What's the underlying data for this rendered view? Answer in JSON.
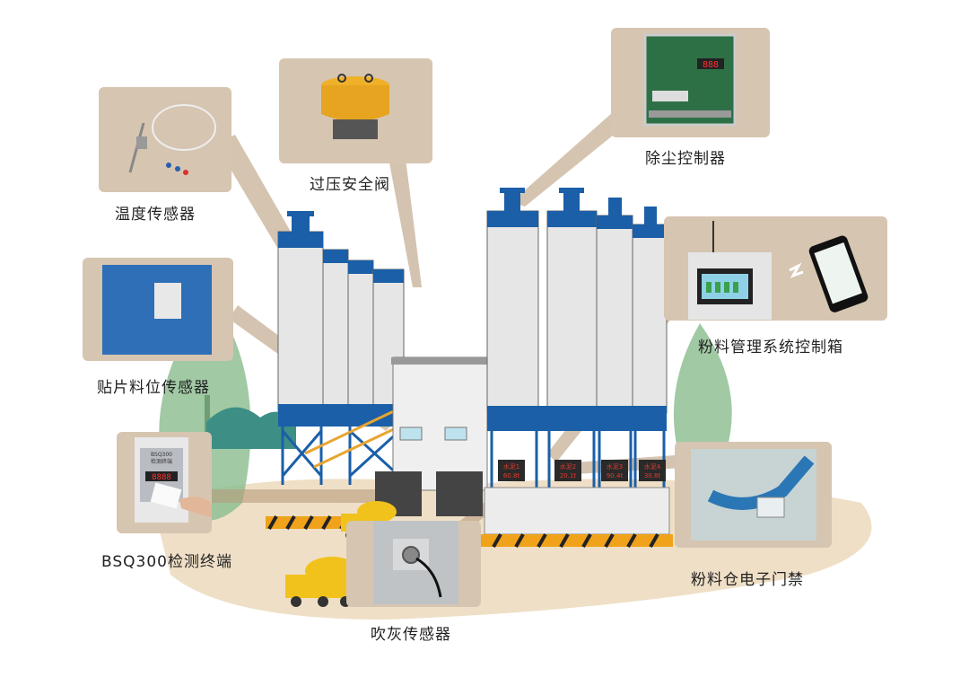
{
  "callouts": [
    {
      "id": "temperature",
      "label": "温度传感器"
    },
    {
      "id": "pressure-valve",
      "label": "过压安全阀"
    },
    {
      "id": "dust-controller",
      "label": "除尘控制器"
    },
    {
      "id": "level-sensor",
      "label": "贴片料位传感器"
    },
    {
      "id": "control-box",
      "label": "粉料管理系统控制箱"
    },
    {
      "id": "terminal",
      "label": "BSQ300检测终端"
    },
    {
      "id": "access-control",
      "label": "粉料仓电子门禁"
    },
    {
      "id": "blow-sensor",
      "label": "吹灰传感器"
    }
  ],
  "silo_displays": [
    {
      "name": "水泥1",
      "value": "60.8t"
    },
    {
      "name": "水泥2",
      "value": "20.1t"
    },
    {
      "name": "水泥3",
      "value": "90.4t"
    },
    {
      "name": "水泥4",
      "value": "30.8t"
    }
  ],
  "terminal_screen": {
    "model": "BSQ300",
    "title": "检测终端",
    "reading": "8888"
  },
  "dust_display": "888",
  "colors": {
    "card": "#d6c5b1",
    "silo_blue": "#1a5fa8",
    "ground": "#efdfc6",
    "tree": "#8fbf94",
    "hazard": "#f0a21a"
  }
}
